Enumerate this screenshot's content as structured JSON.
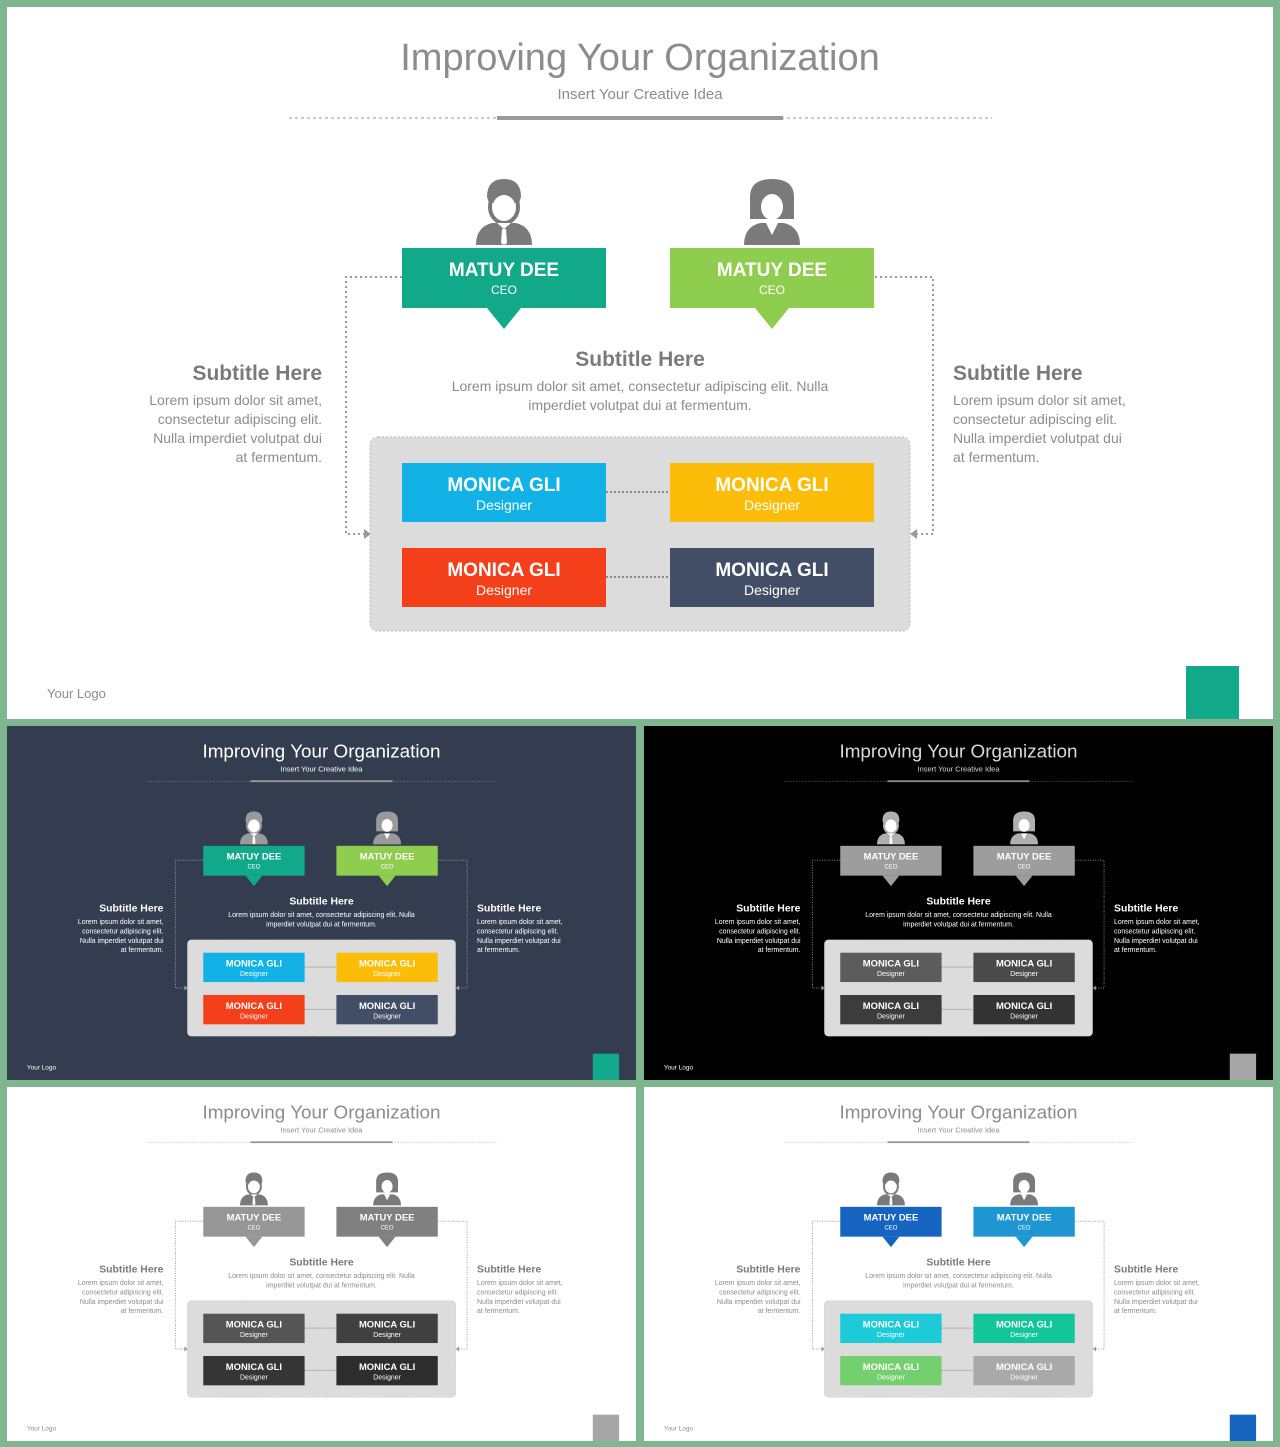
{
  "slide": {
    "title": "Improving Your Organization",
    "subtitle": "Insert Your Creative Idea",
    "logo": "Your Logo",
    "leaders": [
      {
        "name": "MATUY DEE",
        "role": "CEO",
        "icon": "male-person-icon"
      },
      {
        "name": "MATUY DEE",
        "role": "CEO",
        "icon": "female-person-icon"
      }
    ],
    "center": {
      "heading": "Subtitle Here",
      "body_lines": [
        "Lorem ipsum dolor sit amet, consectetur adipiscing elit. Nulla",
        "imperdiet volutpat dui at fermentum."
      ]
    },
    "left": {
      "heading": "Subtitle Here",
      "body_lines": [
        "Lorem ipsum dolor sit amet,",
        "consectetur adipiscing elit.",
        "Nulla imperdiet volutpat dui",
        "at fermentum."
      ]
    },
    "right": {
      "heading": "Subtitle Here",
      "body_lines": [
        "Lorem ipsum dolor sit amet,",
        "consectetur adipiscing elit.",
        "Nulla imperdiet volutpat dui",
        "at fermentum."
      ]
    },
    "members": [
      {
        "name": "MONICA GLI",
        "role": "Designer"
      },
      {
        "name": "MONICA GLI",
        "role": "Designer"
      },
      {
        "name": "MONICA GLI",
        "role": "Designer"
      },
      {
        "name": "MONICA GLI",
        "role": "Designer"
      }
    ]
  },
  "themes": {
    "main": {
      "background": "#ffffff",
      "title_color": "#8c8c8c",
      "text_color": "#8c8c8c",
      "heading_color": "#7a7a7a",
      "icon_color": "#7a7a7a",
      "line_color": "#9a9a9a",
      "panel_color": "#dcdcdc",
      "leader_colors": [
        "#12a98a",
        "#8fcd4e"
      ],
      "member_colors": [
        "#12b2e6",
        "#fbbd08",
        "#f33f1a",
        "#414e66"
      ],
      "accent_square": "#12a98a"
    },
    "navy": {
      "background": "#333d4f",
      "title_color": "#ffffff",
      "text_color": "#ffffff",
      "heading_color": "#ffffff",
      "icon_color": "#9a9a9a",
      "line_color": "#9a9a9a",
      "panel_color": "#dcdcdc",
      "leader_colors": [
        "#12a98a",
        "#8fcd4e"
      ],
      "member_colors": [
        "#12b2e6",
        "#fbbd08",
        "#f33f1a",
        "#414e66"
      ],
      "accent_square": "#12a98a"
    },
    "black": {
      "background": "#000000",
      "title_color": "#d9d9d9",
      "text_color": "#ffffff",
      "heading_color": "#ffffff",
      "icon_color": "#b0b0b0",
      "line_color": "#8a8a8a",
      "panel_color": "#dcdcdc",
      "leader_colors": [
        "#9d9d9d",
        "#9d9d9d"
      ],
      "member_colors": [
        "#5c5c5c",
        "#4a4a4a",
        "#3c3c3c",
        "#333333"
      ],
      "accent_square": "#a6a6a6"
    },
    "gray": {
      "background": "#ffffff",
      "title_color": "#8c8c8c",
      "text_color": "#8c8c8c",
      "heading_color": "#7a7a7a",
      "icon_color": "#7a7a7a",
      "line_color": "#9a9a9a",
      "panel_color": "#dcdcdc",
      "leader_colors": [
        "#969696",
        "#808080"
      ],
      "member_colors": [
        "#555555",
        "#404040",
        "#353535",
        "#2d2d2d"
      ],
      "accent_square": "#a6a6a6"
    },
    "blue": {
      "background": "#ffffff",
      "title_color": "#8c8c8c",
      "text_color": "#8c8c8c",
      "heading_color": "#7a7a7a",
      "icon_color": "#7a7a7a",
      "line_color": "#9a9a9a",
      "panel_color": "#dcdcdc",
      "leader_colors": [
        "#1565c0",
        "#1e96d2"
      ],
      "member_colors": [
        "#1ccad8",
        "#12c59a",
        "#74cf6e",
        "#a9a9a9"
      ],
      "accent_square": "#1565c0"
    }
  }
}
